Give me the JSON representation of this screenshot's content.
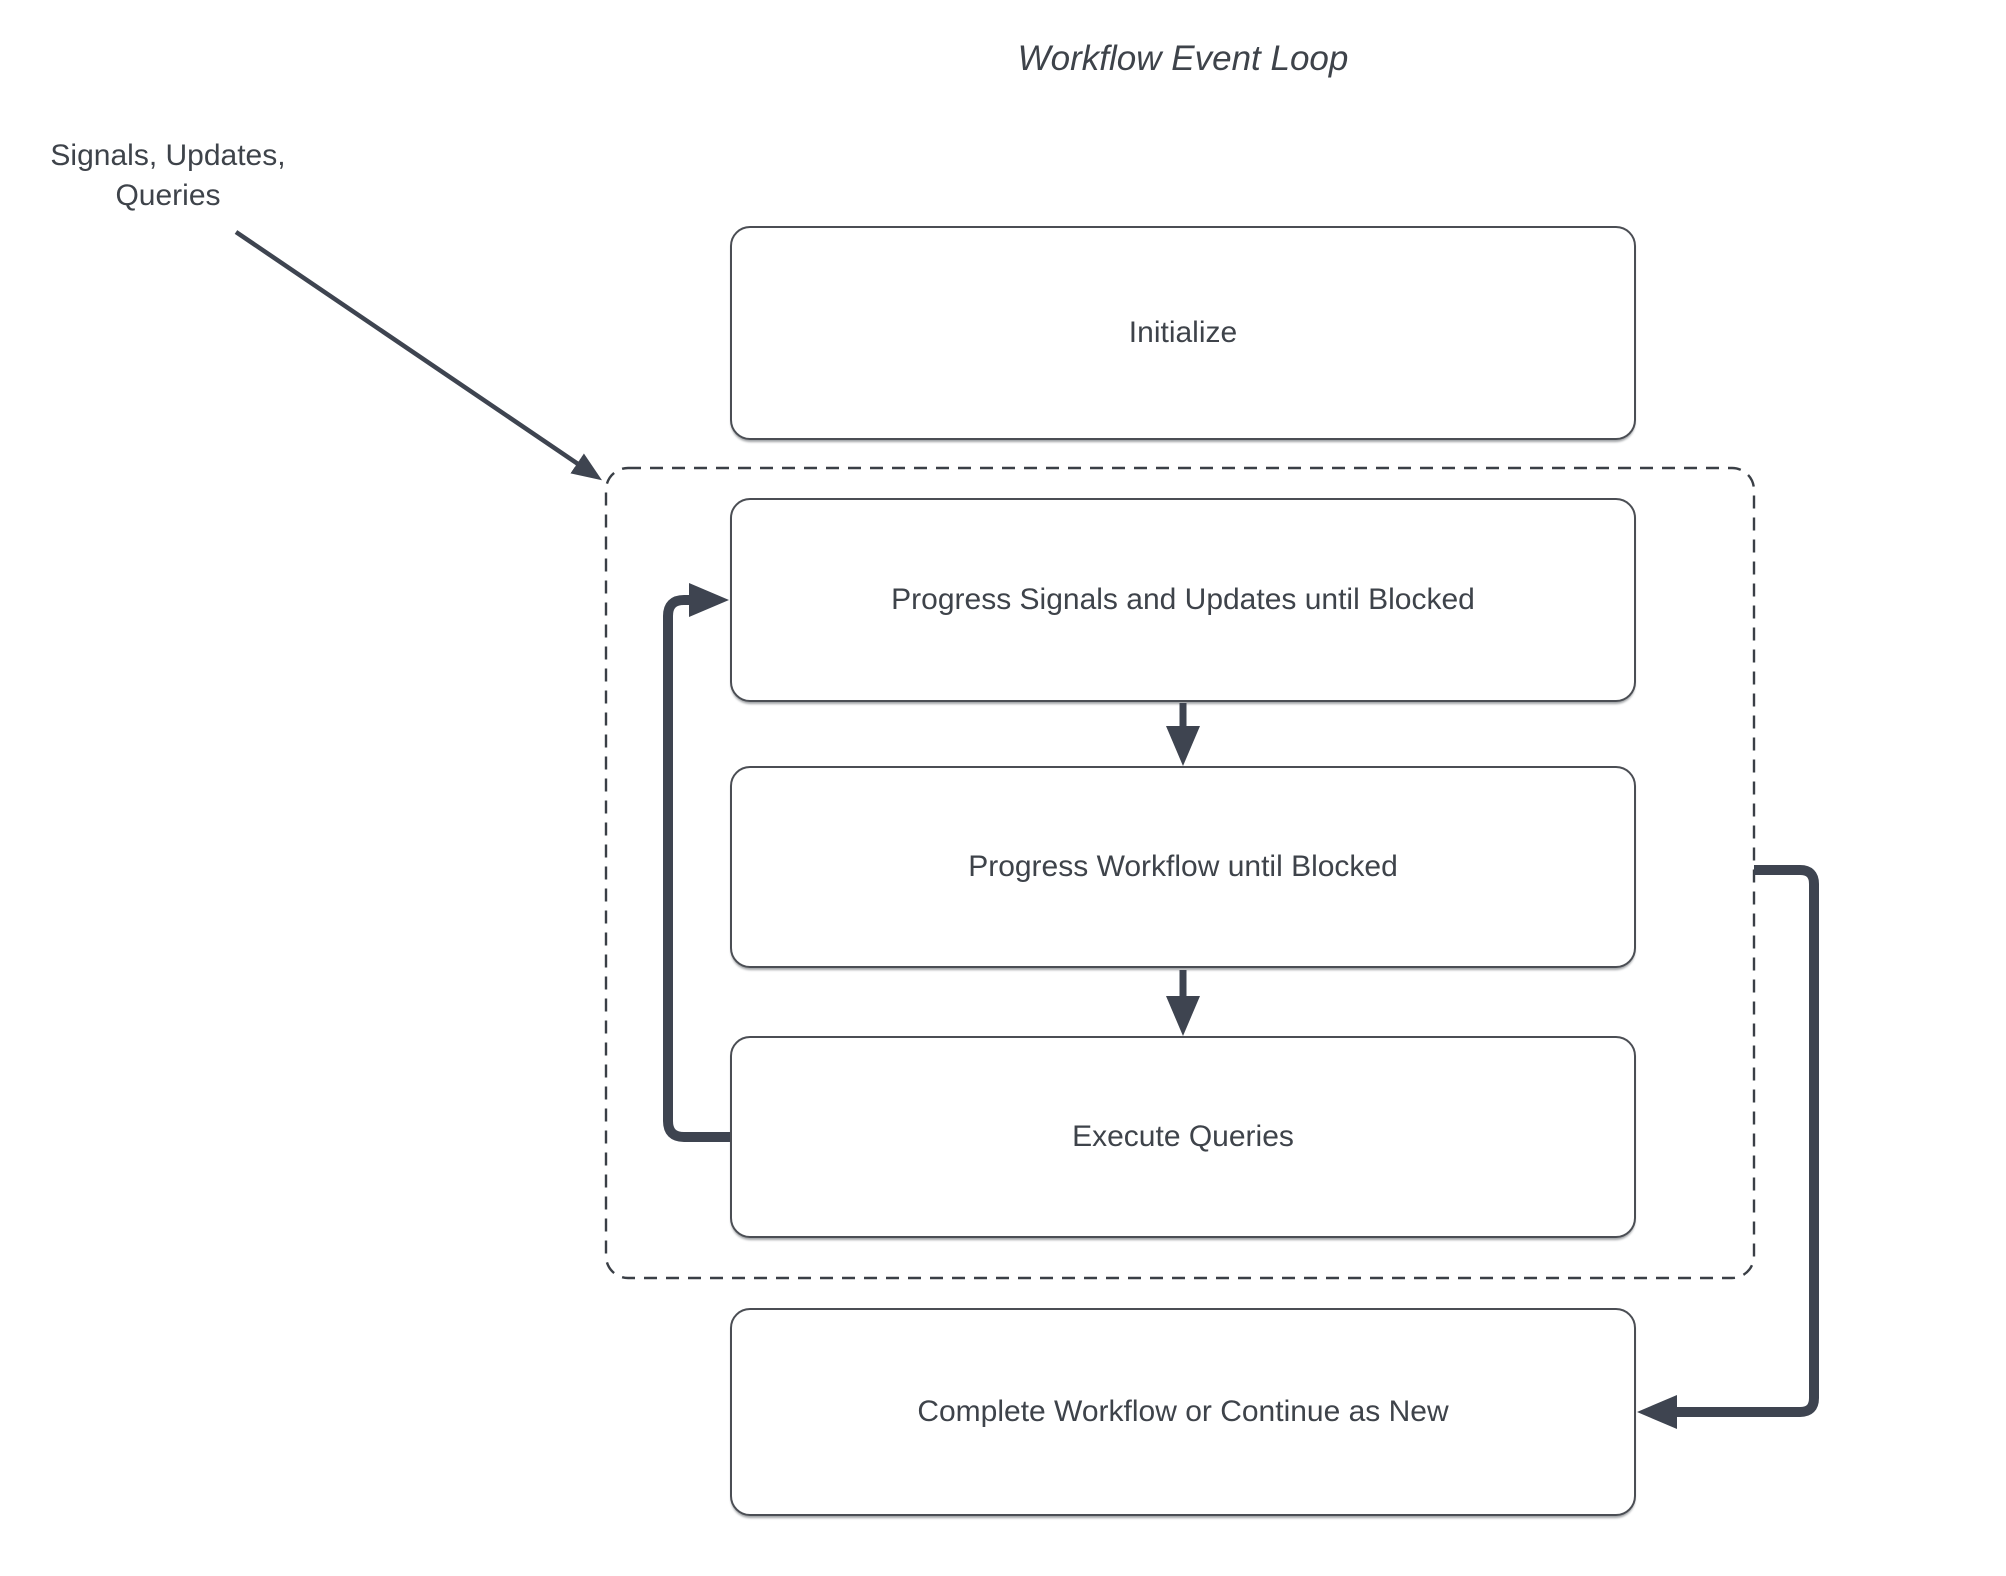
{
  "title": "Workflow Event Loop",
  "external_input": {
    "label": "Signals, Updates,\nQueries"
  },
  "nodes": {
    "initialize": {
      "label": "Initialize"
    },
    "progress_signals": {
      "label": "Progress Signals and Updates until Blocked"
    },
    "progress_workflow": {
      "label": "Progress Workflow until Blocked"
    },
    "execute_queries": {
      "label": "Execute Queries"
    },
    "complete": {
      "label": "Complete Workflow or Continue as New"
    }
  },
  "containers": {
    "event_loop": {
      "description": "dashed rounded rectangle grouping the three loop steps"
    }
  },
  "connectors": [
    {
      "name": "signals-input-arrow",
      "from": "external_input",
      "to": "event_loop",
      "style": "thin solid arrow, diagonal down-right"
    },
    {
      "name": "down-arrow-1",
      "from": "progress_signals",
      "to": "progress_workflow",
      "style": "vertical arrow down"
    },
    {
      "name": "down-arrow-2",
      "from": "progress_workflow",
      "to": "execute_queries",
      "style": "vertical arrow down"
    },
    {
      "name": "loop-back-arrow",
      "from": "execute_queries",
      "to": "progress_signals",
      "style": "thick elbow arrow up the left side"
    },
    {
      "name": "continue-arrow",
      "from": "event_loop",
      "to": "complete",
      "style": "thick elbow arrow down the right side"
    }
  ],
  "colors": {
    "line": "#3e4450",
    "box_border": "#4b4e54",
    "text_color": "#3e434a",
    "dashed_border": "#3a3f46",
    "background": "#ffffff"
  }
}
